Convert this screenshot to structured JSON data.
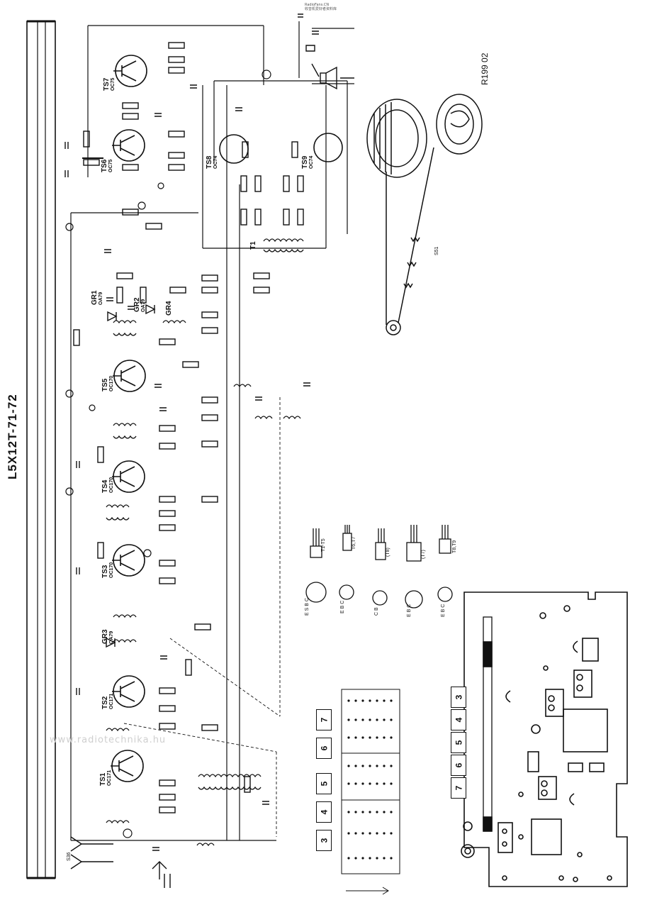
{
  "header": {
    "model_title": "L5X12T-71-72",
    "drawing_ref": "R199 02",
    "watermark": "www.radiotechnika.hu",
    "corner_note": [
      "RadioFans.CN",
      "收音机爱好者资料库"
    ]
  },
  "transistors": [
    {
      "ref": "TS1",
      "type": "OC171"
    },
    {
      "ref": "TS2",
      "type": "OC171"
    },
    {
      "ref": "TS3",
      "type": "OC170"
    },
    {
      "ref": "TS4",
      "type": "OC170"
    },
    {
      "ref": "TS5",
      "type": "OC170"
    },
    {
      "ref": "TS6",
      "type": "OC75"
    },
    {
      "ref": "TS7",
      "type": "OC75"
    },
    {
      "ref": "TS8",
      "type": "OC74"
    },
    {
      "ref": "TS9",
      "type": "OC74"
    }
  ],
  "diodes": [
    {
      "ref": "GR1",
      "type": "OA79"
    },
    {
      "ref": "GR2",
      "type": "OA79"
    },
    {
      "ref": "GR3",
      "type": "OA79"
    },
    {
      "ref": "GR4",
      "type": ""
    }
  ],
  "output_transformer": "T1",
  "pushbuttons": {
    "schematic": [
      "3",
      "4",
      "5",
      "6",
      "7"
    ],
    "board": [
      "3",
      "4",
      "5",
      "6",
      "7"
    ]
  },
  "coil_packages": [
    "T1-T5",
    "T6,T7",
    "(T8)",
    "(T7)",
    "T8,T9"
  ],
  "pin_letters": {
    "a": [
      "E",
      "S",
      "B",
      "C"
    ],
    "b": [
      "E",
      "B",
      "C"
    ],
    "c": [
      "C",
      "B"
    ],
    "d": [
      "E",
      "B",
      "C"
    ],
    "e": [
      "E",
      "B",
      "C"
    ]
  },
  "misc_labels": {
    "s51": "S51",
    "s36": "S36"
  }
}
